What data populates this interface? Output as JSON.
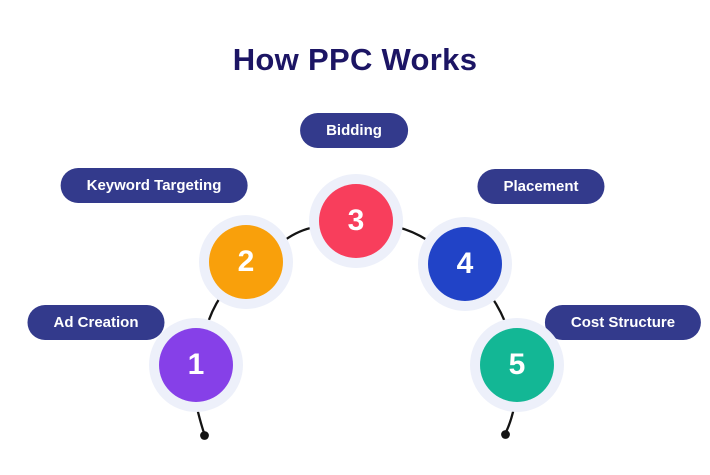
{
  "title": "How PPC Works",
  "colors": {
    "background": "#ffffff",
    "title_text": "#1c1564",
    "pill_bg": "#333a8c",
    "pill_text": "#ffffff",
    "halo": "#edf0fa",
    "number_text": "#ffffff",
    "connector": "#141414"
  },
  "steps": [
    {
      "number": "1",
      "label": "Ad Creation",
      "color": "#8640e8"
    },
    {
      "number": "2",
      "label": "Keyword Targeting",
      "color": "#f9a00b"
    },
    {
      "number": "3",
      "label": "Bidding",
      "color": "#f83e5c"
    },
    {
      "number": "4",
      "label": "Placement",
      "color": "#2143c7"
    },
    {
      "number": "5",
      "label": "Cost Structure",
      "color": "#13b795"
    }
  ]
}
